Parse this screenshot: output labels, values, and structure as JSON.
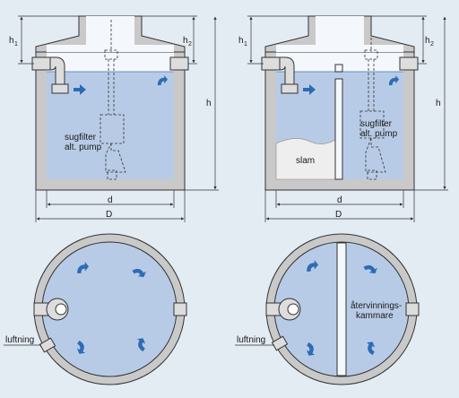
{
  "colors": {
    "background": "#e3ebf3",
    "concrete": "#c9c9c9",
    "water": "#b8cbe6",
    "air": "#f4f7fb",
    "arrow": "#2d6cb5",
    "outline": "#333333",
    "sludge": "#eeeeee"
  },
  "diagrams": {
    "left_section": {
      "label_line1": "sugfilter",
      "label_line2": "alt. pump",
      "dim_h1": "h",
      "dim_h1_sub": "1",
      "dim_h2": "h",
      "dim_h2_sub": "2",
      "dim_h": "h",
      "dim_d": "d",
      "dim_D": "D"
    },
    "right_section": {
      "label_line1": "sugfilter",
      "label_line2": "alt. pump",
      "label_sludge": "slam",
      "dim_h1": "h",
      "dim_h1_sub": "1",
      "dim_h2": "h",
      "dim_h2_sub": "2",
      "dim_h": "h",
      "dim_d": "d",
      "dim_D": "D"
    },
    "left_plan": {
      "label_vent": "luftning"
    },
    "right_plan": {
      "label_vent": "luftning",
      "label_chamber_line1": "återvinnings-",
      "label_chamber_line2": "kammare"
    }
  },
  "icons": [
    "flow-arrow-icon",
    "inlet-pipe-icon",
    "outlet-pipe-icon",
    "vent-pipe-icon",
    "pump-icon"
  ]
}
